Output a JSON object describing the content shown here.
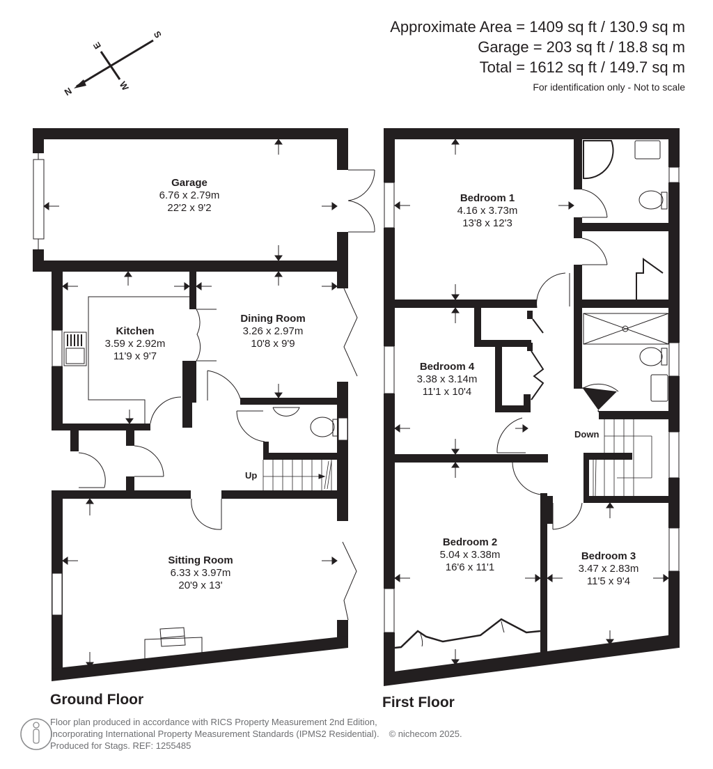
{
  "header": {
    "approx_area": "Approximate Area = 1409 sq ft / 130.9 sq m",
    "garage_area": "Garage = 203 sq ft / 18.8 sq m",
    "total_area": "Total = 1612 sq ft / 149.7 sq m",
    "note": "For identification only - Not to scale"
  },
  "compass": {
    "icon": "compass-icon",
    "labels": {
      "north": "N",
      "south": "S",
      "east": "E",
      "west": "W"
    }
  },
  "ground_floor": {
    "title": "Ground Floor",
    "rooms": [
      {
        "name": "Garage",
        "metric": "6.76 x 2.79m",
        "imperial": "22'2 x 9'2"
      },
      {
        "name": "Kitchen",
        "metric": "3.59 x 2.92m",
        "imperial": "11'9 x 9'7"
      },
      {
        "name": "Dining Room",
        "metric": "3.26 x 2.97m",
        "imperial": "10'8 x 9'9"
      },
      {
        "name": "Sitting Room",
        "metric": "6.33 x 3.97m",
        "imperial": "20'9 x 13'"
      }
    ],
    "stairs_label": "Up"
  },
  "first_floor": {
    "title": "First Floor",
    "rooms": [
      {
        "name": "Bedroom 1",
        "metric": "4.16 x 3.73m",
        "imperial": "13'8 x 12'3"
      },
      {
        "name": "Bedroom 4",
        "metric": "3.38 x 3.14m",
        "imperial": "11'1 x 10'4"
      },
      {
        "name": "Bedroom 2",
        "metric": "5.04 x 3.38m",
        "imperial": "16'6 x 11'1"
      },
      {
        "name": "Bedroom 3",
        "metric": "3.47 x 2.83m",
        "imperial": "11'5 x 9'4"
      }
    ],
    "stairs_label": "Down"
  },
  "footer": {
    "line1": "Floor plan produced in accordance with RICS Property Measurement 2nd Edition,",
    "line2": "Incorporating International Property Measurement Standards (IPMS2 Residential).",
    "brand": "© nichecom 2025.",
    "line3": "Produced for Stags.   REF: 1255485",
    "icon": "person-icon"
  },
  "colors": {
    "wall": "#231f20",
    "text": "#231f20",
    "footer_text": "#6d6e71",
    "background": "#ffffff"
  }
}
